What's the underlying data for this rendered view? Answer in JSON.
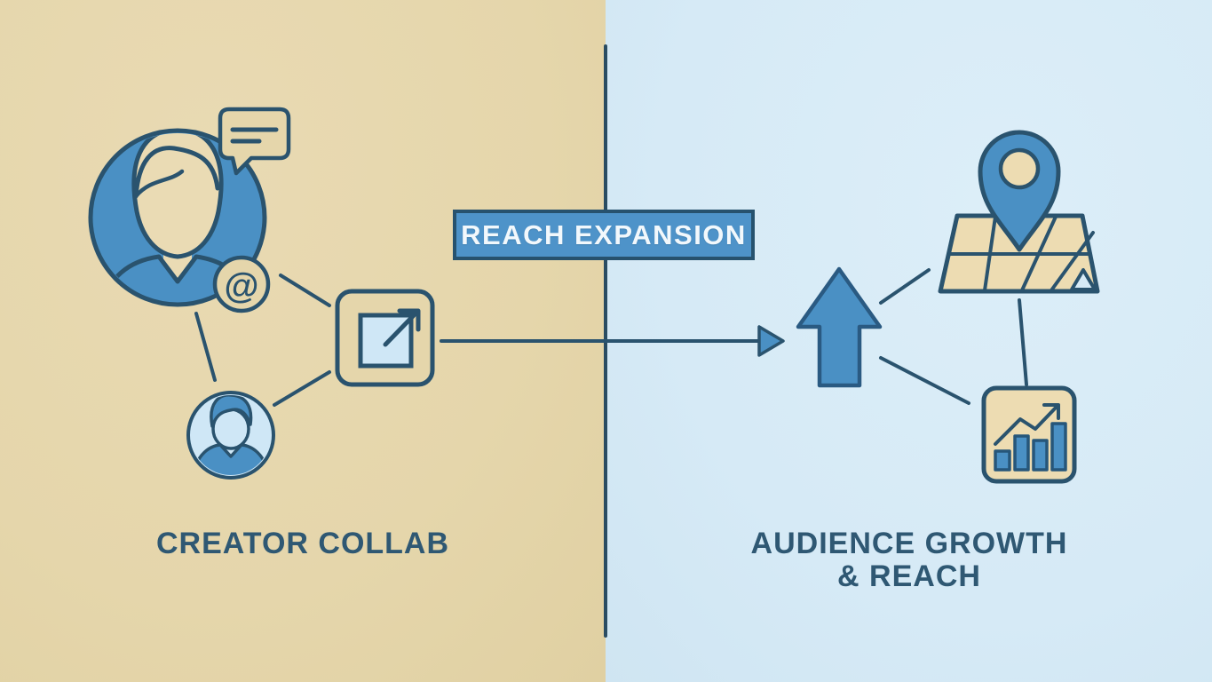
{
  "banner": {
    "label": "REACH EXPANSION"
  },
  "left_section": {
    "label": "CREATOR COLLAB",
    "icons": [
      "person-avatar-icon",
      "chat-bubble-icon",
      "at-symbol-icon",
      "small-person-avatar-icon",
      "external-link-icon"
    ]
  },
  "right_section": {
    "label_line1": "AUDIENCE GROWTH",
    "label_line2": "& REACH",
    "icons": [
      "up-arrow-icon",
      "map-icon",
      "location-pin-icon",
      "bar-chart-icon"
    ]
  },
  "glyphs": {
    "at_symbol": "@"
  },
  "colors": {
    "left_background": "#e5d6ab",
    "right_background": "#d6eaf6",
    "primary_blue": "#4a90c4",
    "outline_dark": "#2a536e",
    "light_blue_fill": "#cfe7f6",
    "tan_fill": "#eddcb2",
    "banner_fill": "#4e93c9",
    "banner_border": "#27526e",
    "banner_text": "#f2f8fc",
    "label_text": "#2f5873"
  }
}
